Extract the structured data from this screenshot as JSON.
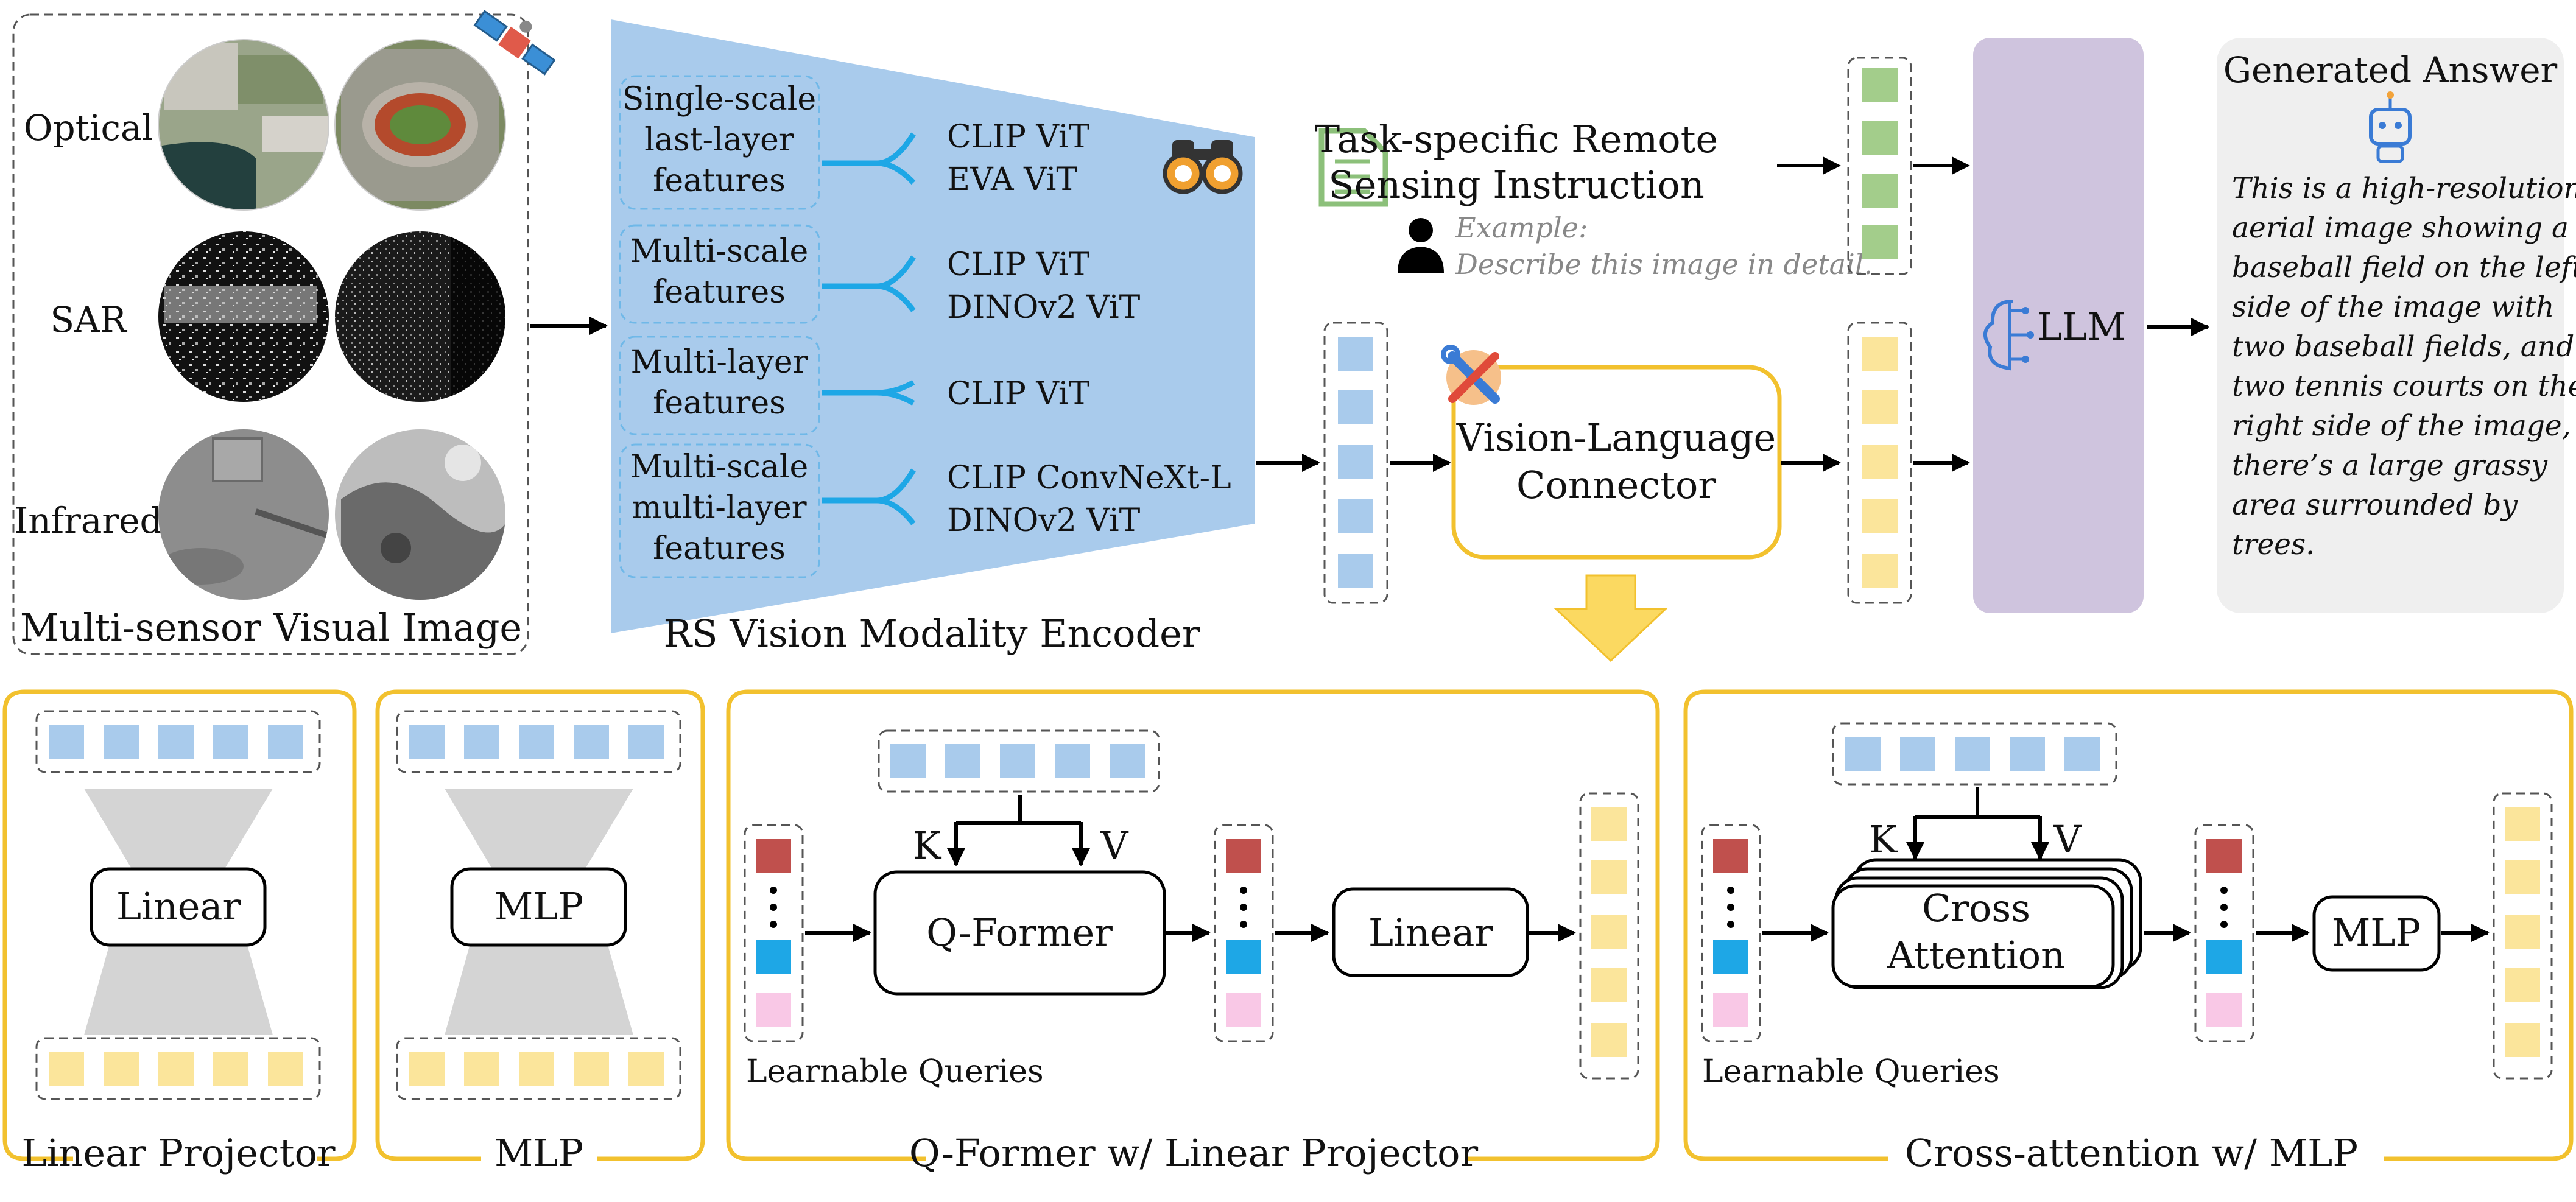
{
  "top": {
    "sensors": {
      "optical_label": "Optical",
      "sar_label": "SAR",
      "infrared_label": "Infrared",
      "panel_title": "Multi-sensor Visual Image"
    },
    "encoder": {
      "title": "RS Vision Modality Encoder",
      "features": [
        {
          "lines": [
            "Single-scale",
            "last-layer",
            "features"
          ],
          "models": [
            "CLIP ViT",
            "EVA ViT"
          ]
        },
        {
          "lines": [
            "Multi-scale",
            "features"
          ],
          "models": [
            "CLIP ViT",
            "DINOv2 ViT"
          ]
        },
        {
          "lines": [
            "Multi-layer",
            "features"
          ],
          "models": [
            "CLIP ViT"
          ]
        },
        {
          "lines": [
            "Multi-scale",
            "multi-layer",
            "features"
          ],
          "models": [
            "CLIP ConvNeXt-L",
            "DINOv2 ViT"
          ]
        }
      ]
    },
    "instruction": {
      "line1": "Task-specific Remote",
      "line2": "Sensing Instruction",
      "example_label": "Example:",
      "example_text": "Describe this image in detail."
    },
    "connector": {
      "line1": "Vision-Language",
      "line2": "Connector"
    },
    "llm_label": "LLM",
    "answer": {
      "title": "Generated Answer",
      "lines": [
        "This is a high-resolution",
        "aerial image showing a",
        "baseball field on the left",
        "side of the image with",
        "two baseball fields, and",
        "two tennis courts on the",
        "right side of the image,",
        "there’s a large grassy",
        "area surrounded by",
        "trees."
      ]
    }
  },
  "bottom": {
    "linear_projector": {
      "block_label": "Linear",
      "caption": "Linear Projector"
    },
    "mlp": {
      "block_label": "MLP",
      "caption": "MLP"
    },
    "qformer": {
      "k_label": "K",
      "v_label": "V",
      "block_label": "Q-Former",
      "linear_label": "Linear",
      "queries_label": "Learnable Queries",
      "caption": "Q-Former w/ Linear Projector"
    },
    "cross_attention": {
      "k_label": "K",
      "v_label": "V",
      "block_line1": "Cross",
      "block_line2": "Attention",
      "mlp_label": "MLP",
      "queries_label": "Learnable Queries",
      "caption": "Cross-attention w/ MLP"
    }
  },
  "colors": {
    "encoder_blue": "#a9cbec",
    "accent_yellow": "#f2c12e",
    "llm_purple": "#cfc4de",
    "token_blue": "#a9cbec",
    "token_yellow": "#fbe59b",
    "token_green": "#a3cd8b",
    "query_red": "#c0504d",
    "query_cyan": "#1ea7e6",
    "query_pink": "#f9c8e6"
  }
}
